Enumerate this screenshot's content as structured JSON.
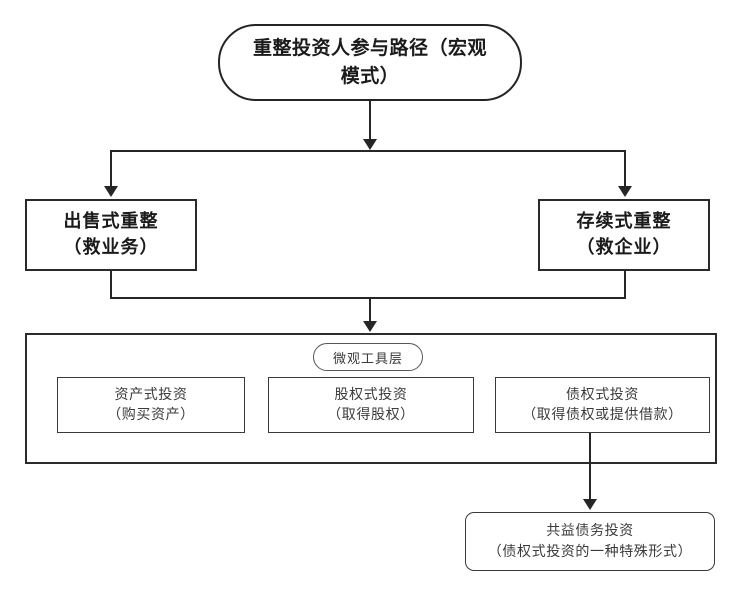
{
  "diagram": {
    "title_node": {
      "name": "restructuring-investor-path",
      "lines": [
        "重整投资人参与路径（宏观模式）"
      ]
    },
    "level2": [
      {
        "name": "sale-type-restructuring",
        "line1": "出售式重整",
        "line2": "（救业务）"
      },
      {
        "name": "going-concern-restructuring",
        "line1": "存续式重整",
        "line2": "（救企业）"
      }
    ],
    "container": {
      "layer_label": "微观工具层",
      "tools": [
        {
          "name": "asset-investment",
          "line1": "资产式投资",
          "line2": "（购买资产）"
        },
        {
          "name": "equity-investment",
          "line1": "股权式投资",
          "line2": "（取得股权）"
        },
        {
          "name": "debt-investment",
          "line1": "债权式投资",
          "line2": "（取得债权或提供借款）"
        }
      ]
    },
    "bottom_node": {
      "name": "co-benefit-debt-investment",
      "line1": "共益债务投资",
      "line2": "（债权式投资的一种特殊形式）"
    },
    "colors": {
      "stroke": "#262626",
      "background": "#ffffff",
      "text": "#1b1b1b",
      "muted_text": "#3b3b3b"
    }
  }
}
